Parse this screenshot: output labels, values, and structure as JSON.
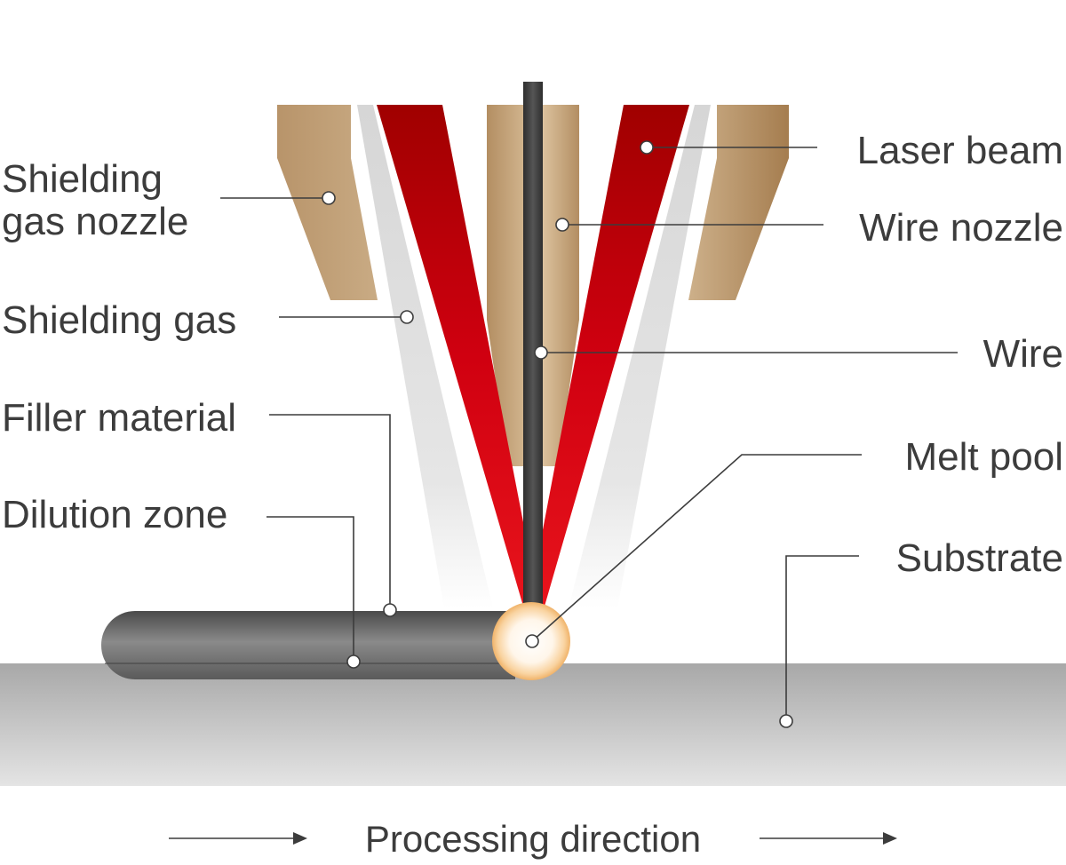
{
  "labels": {
    "shielding_gas_nozzle_1": "Shielding",
    "shielding_gas_nozzle_2": "gas nozzle",
    "shielding_gas": "Shielding gas",
    "filler_material": "Filler material",
    "dilution_zone": "Dilution zone",
    "laser_beam": "Laser beam",
    "wire_nozzle": "Wire nozzle",
    "wire": "Wire",
    "melt_pool": "Melt pool",
    "substrate": "Substrate",
    "processing_direction": "Processing direction"
  },
  "colors": {
    "laser_top": "#a50000",
    "laser_bottom": "#e30613",
    "nozzle_tan": "#c8a97f",
    "nozzle_dark": "#a37c4f",
    "shield_gas": "#dcdcdc",
    "wire": "#3d3d3d",
    "substrate_top": "#a9a9a9",
    "substrate_bottom": "#e6e6e6",
    "melt_pool_glow": "#f4c07a",
    "label_text": "#3c3c3c",
    "leader_line": "#3c3c3c"
  }
}
